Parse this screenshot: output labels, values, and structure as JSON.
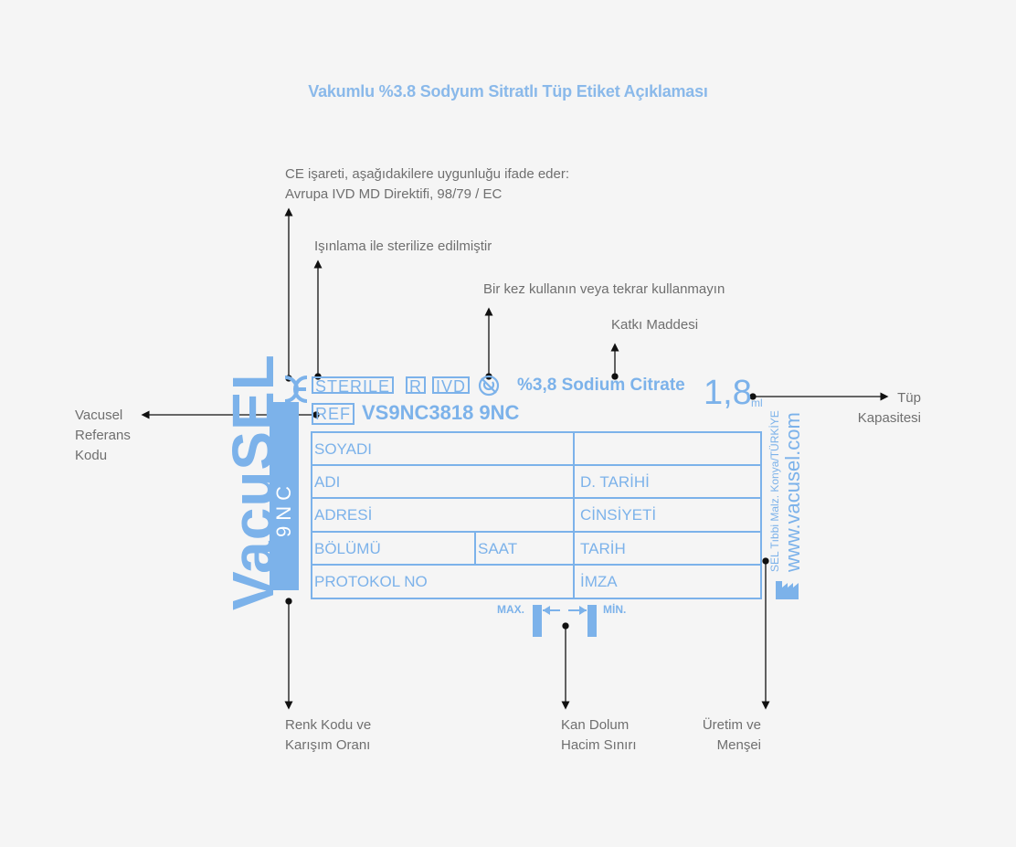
{
  "title": "Vakumlu %3.8 Sodyum Sitratlı Tüp Etiket Açıklaması",
  "annotations": {
    "ce": {
      "line1": "CE işareti, aşağıdakilere uygunluğu ifade eder:",
      "line2": "Avrupa IVD MD Direktifi, 98/79 / EC"
    },
    "sterile": "Işınlama ile sterilize edilmiştir",
    "single_use": "Bir kez kullanın veya tekrar kullanmayın",
    "additive": "Katkı Maddesi",
    "capacity": {
      "line1": "Tüp",
      "line2": "Kapasitesi"
    },
    "reference": {
      "line1": "Vacusel",
      "line2": "Referans",
      "line3": "Kodu"
    },
    "color_code": {
      "line1": "Renk Kodu ve",
      "line2": "Karışım Oranı"
    },
    "fill_limit": {
      "line1": "Kan Dolum",
      "line2": "Hacim Sınırı"
    },
    "origin": {
      "line1": "Üretim ve",
      "line2": "Menşei"
    }
  },
  "label": {
    "brand": "VacuSEL",
    "ce_mark": "CE",
    "sterile_text": "STERILE",
    "sterile_method": "R",
    "ivd": "IVD",
    "additive_text": "%3,8 Sodium Citrate",
    "capacity_value": "1,8",
    "capacity_unit": "ml",
    "ref_label": "REF",
    "ref_code": "VS9NC3818 9NC",
    "color_code": "9NC",
    "fields": {
      "surname": "SOYADI",
      "name": "ADI",
      "birth_date": "D. TARİHİ",
      "address": "ADRESİ",
      "gender": "CİNSİYETİ",
      "department": "BÖLÜMÜ",
      "time": "SAAT",
      "date": "TARİH",
      "protocol_no": "PROTOKOL NO",
      "signature": "İMZA"
    },
    "manufacturer": "SEL Tıbbi Malz. Konya/TÜRKİYE",
    "website": "www.vacusel.com",
    "max_label": "MAX.",
    "min_label": "MİN."
  },
  "colors": {
    "accent": "#7cb2ea",
    "note_text": "#6f6f6f",
    "background": "#f5f5f5"
  },
  "icons": [
    "ce-mark-icon",
    "do-not-reuse-icon",
    "factory-icon",
    "arrow-icon"
  ]
}
